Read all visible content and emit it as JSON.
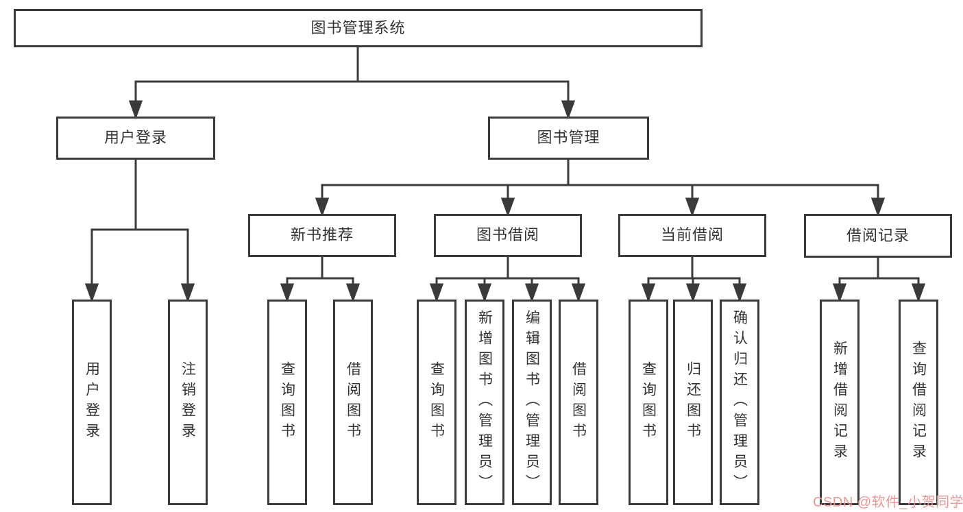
{
  "diagram": {
    "root": {
      "label": "图书管理系统"
    },
    "branches": [
      {
        "label": "用户登录",
        "children": [
          {
            "label": "用户登录"
          },
          {
            "label": "注销登录"
          }
        ]
      },
      {
        "label": "图书管理",
        "sections": [
          {
            "label": "新书推荐",
            "children": [
              {
                "label": "查询图书"
              },
              {
                "label": "借阅图书"
              }
            ]
          },
          {
            "label": "图书借阅",
            "children": [
              {
                "label": "查询图书"
              },
              {
                "label": "新增图书（管理员）"
              },
              {
                "label": "编辑图书（管理员）"
              },
              {
                "label": "借阅图书"
              }
            ]
          },
          {
            "label": "当前借阅",
            "children": [
              {
                "label": "查询图书"
              },
              {
                "label": "归还图书"
              },
              {
                "label": "确认归还（管理员）"
              }
            ]
          },
          {
            "label": "借阅记录",
            "children": [
              {
                "label": "新增借阅记录"
              },
              {
                "label": "查询借阅记录"
              }
            ]
          }
        ]
      }
    ]
  },
  "watermark": {
    "text": "CSDN @软件_小贺同学",
    "color": "#ed9797"
  },
  "colors": {
    "line": "#3a3a3a",
    "text": "#333333",
    "background": "#ffffff"
  }
}
